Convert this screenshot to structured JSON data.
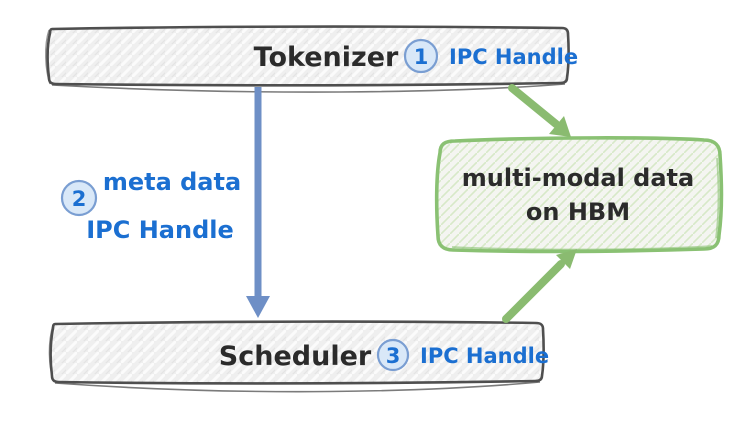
{
  "diagram": {
    "tokenizer": {
      "label": "Tokenizer"
    },
    "scheduler": {
      "label": "Scheduler"
    },
    "hbm_box": {
      "line1": "multi-modal data",
      "line2": "on HBM"
    },
    "step1": {
      "number": "1",
      "label": "IPC Handle"
    },
    "step2": {
      "number": "2",
      "line1": "meta data",
      "line2": "IPC Handle"
    },
    "step3": {
      "number": "3",
      "label": "IPC Handle"
    },
    "colors": {
      "blue_text": "#1b6fd1",
      "blue_arrow": "#6e8fc6",
      "green_arrow": "#8abb70",
      "green_border": "#8ac173",
      "bar_border": "#4f4f4f",
      "circle_fill": "#d9e8f8",
      "circle_border": "#7a9ed2",
      "node_text": "#2b2b2b"
    }
  }
}
